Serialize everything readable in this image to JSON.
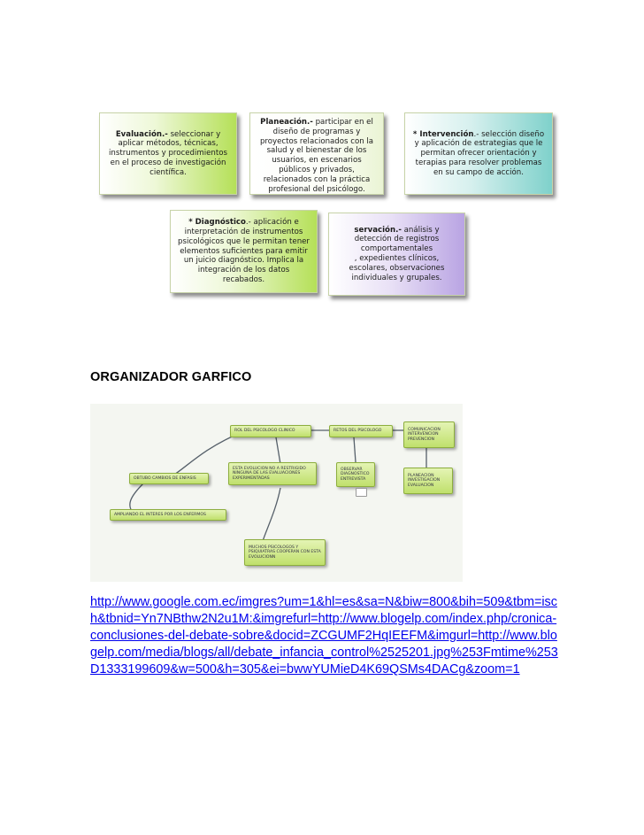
{
  "diagram": {
    "evaluacion": {
      "term": "Evaluación.-",
      "text": " seleccionar y aplicar métodos, técnicas, instrumentos y procedimientos en el proceso de investigación científica."
    },
    "planeacion": {
      "term": "Planeación.-",
      "text": " participar en el diseño de programas y proyectos relacionados con la salud y el bienestar de los usuarios, en escenarios públicos y privados, relacionados con la práctica profesional del psicólogo."
    },
    "intervencion": {
      "term": "* Intervención",
      "text": ".- selección diseño y aplicación de estrategias que le permitan ofrecer orientación y terapias para resolver problemas en su campo de acción."
    },
    "diagnostico": {
      "term": "* Diagnóstico",
      "text": ".- aplicación e interpretación de instrumentos psicológicos que le permitan tener elementos suficientes para emitir un juicio diagnóstico. Implica la integración de los datos recabados."
    },
    "observacion": {
      "term": "servación.-",
      "text1": " análisis y detección de registros comportamentales",
      "text2": ", expedientes clínicos, escolares, observaciones individuales y grupales."
    }
  },
  "section_title": "ORGANIZADOR GARFICO",
  "concept_map": {
    "nodes": {
      "rol": "ROL DEL PSICOLOGO CLINICO",
      "retos": "RETOS DEL PSICOLOGO",
      "comunicacion": "COMUNICACION INTERVENCION PREVENCION",
      "evolucion": "ESTA EVOLUCION NO A RESTRIGIDO NINGUNA DE LAS EVALUACIONES EXPERIMENTADAS",
      "observar": "OBSERVAR DIAGNOSTICO ENTREVISTA",
      "planeacion": "PLANEACION INVESTIGACION EVALUACION",
      "cambios": "OBTUBO CAMBIOS DE ENFASIS",
      "ampliando": "AMPLIANDO EL INTERES POR LOS ENFERMOS",
      "muchos": "MUCHOS PSICOLOGOS Y PSIQUIATRAS COOPERAN CON ESTA EVOLUCIONN"
    },
    "colors": {
      "node": "#c0e06c",
      "line": "#56606a"
    }
  },
  "source_url": "http://www.google.com.ec/imgres?um=1&hl=es&sa=N&biw=800&bih=509&tbm=isch&tbnid=Yn7NBthw2N2u1M:&imgrefurl=http://www.blogelp.com/index.php/cronica-conclusiones-del-debate-sobre&docid=ZCGUMF2HqIEEFM&imgurl=http://www.blogelp.com/media/blogs/all/debate_infancia_control%2525201.jpg%253Fmtime%253D1333199609&w=500&h=305&ei=bwwYUMieD4K69QSMs4DACg&zoom=1"
}
